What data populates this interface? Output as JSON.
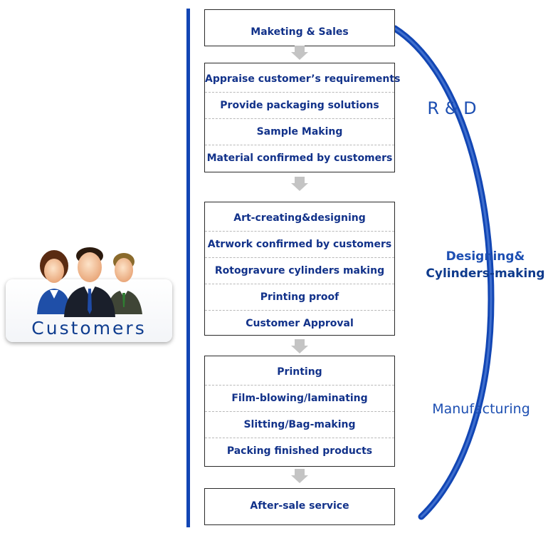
{
  "customers": {
    "label": "Customers"
  },
  "steps": {
    "marketing": "Maketing & Sales",
    "rnd": [
      "Appraise customer’s requirements",
      "Provide packaging solutions",
      "Sample Making",
      "Material confirmed by customers"
    ],
    "design": [
      "Art-creating&designing",
      "Atrwork confirmed by customers",
      "Rotogravure cylinders making",
      "Printing proof",
      "Customer Approval"
    ],
    "manufacturing": [
      "Printing",
      "Film-blowing/laminating",
      "Slitting/Bag-making",
      "Packing finished products"
    ],
    "aftersale": "After-sale service"
  },
  "phases": {
    "rnd": "R & D",
    "design_line1": "Designing&",
    "design_line2": "Cylinders-making",
    "manufacturing": "Manufacturing"
  },
  "colors": {
    "accent": "#1246b4",
    "text": "#12328a",
    "arrow": "#c4c4c4"
  },
  "icons": [
    "customer-group-icon",
    "flow-arrow-down-icon"
  ]
}
